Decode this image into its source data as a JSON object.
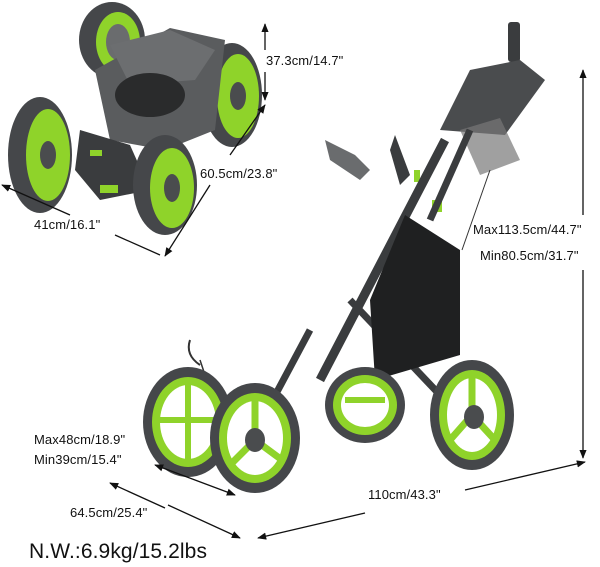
{
  "colors": {
    "accent_green": "#8fd32a",
    "frame_dark": "#3a3c3e",
    "tire": "#454749",
    "text": "#111111",
    "background": "#ffffff"
  },
  "folded_cart": {
    "height_label": "37.3cm/14.7\"",
    "length_label": "60.5cm/23.8\"",
    "width_label": "41cm/16.1\""
  },
  "open_cart": {
    "height_max_label": "Max113.5cm/44.7\"",
    "height_min_label": "Min80.5cm/31.7\"",
    "handle_max_label": "Max48cm/18.9\"",
    "handle_min_label": "Min39cm/15.4\"",
    "width_label": "64.5cm/25.4\"",
    "length_label": "110cm/43.3\""
  },
  "weight_label": "N.W.:6.9kg/15.2lbs"
}
